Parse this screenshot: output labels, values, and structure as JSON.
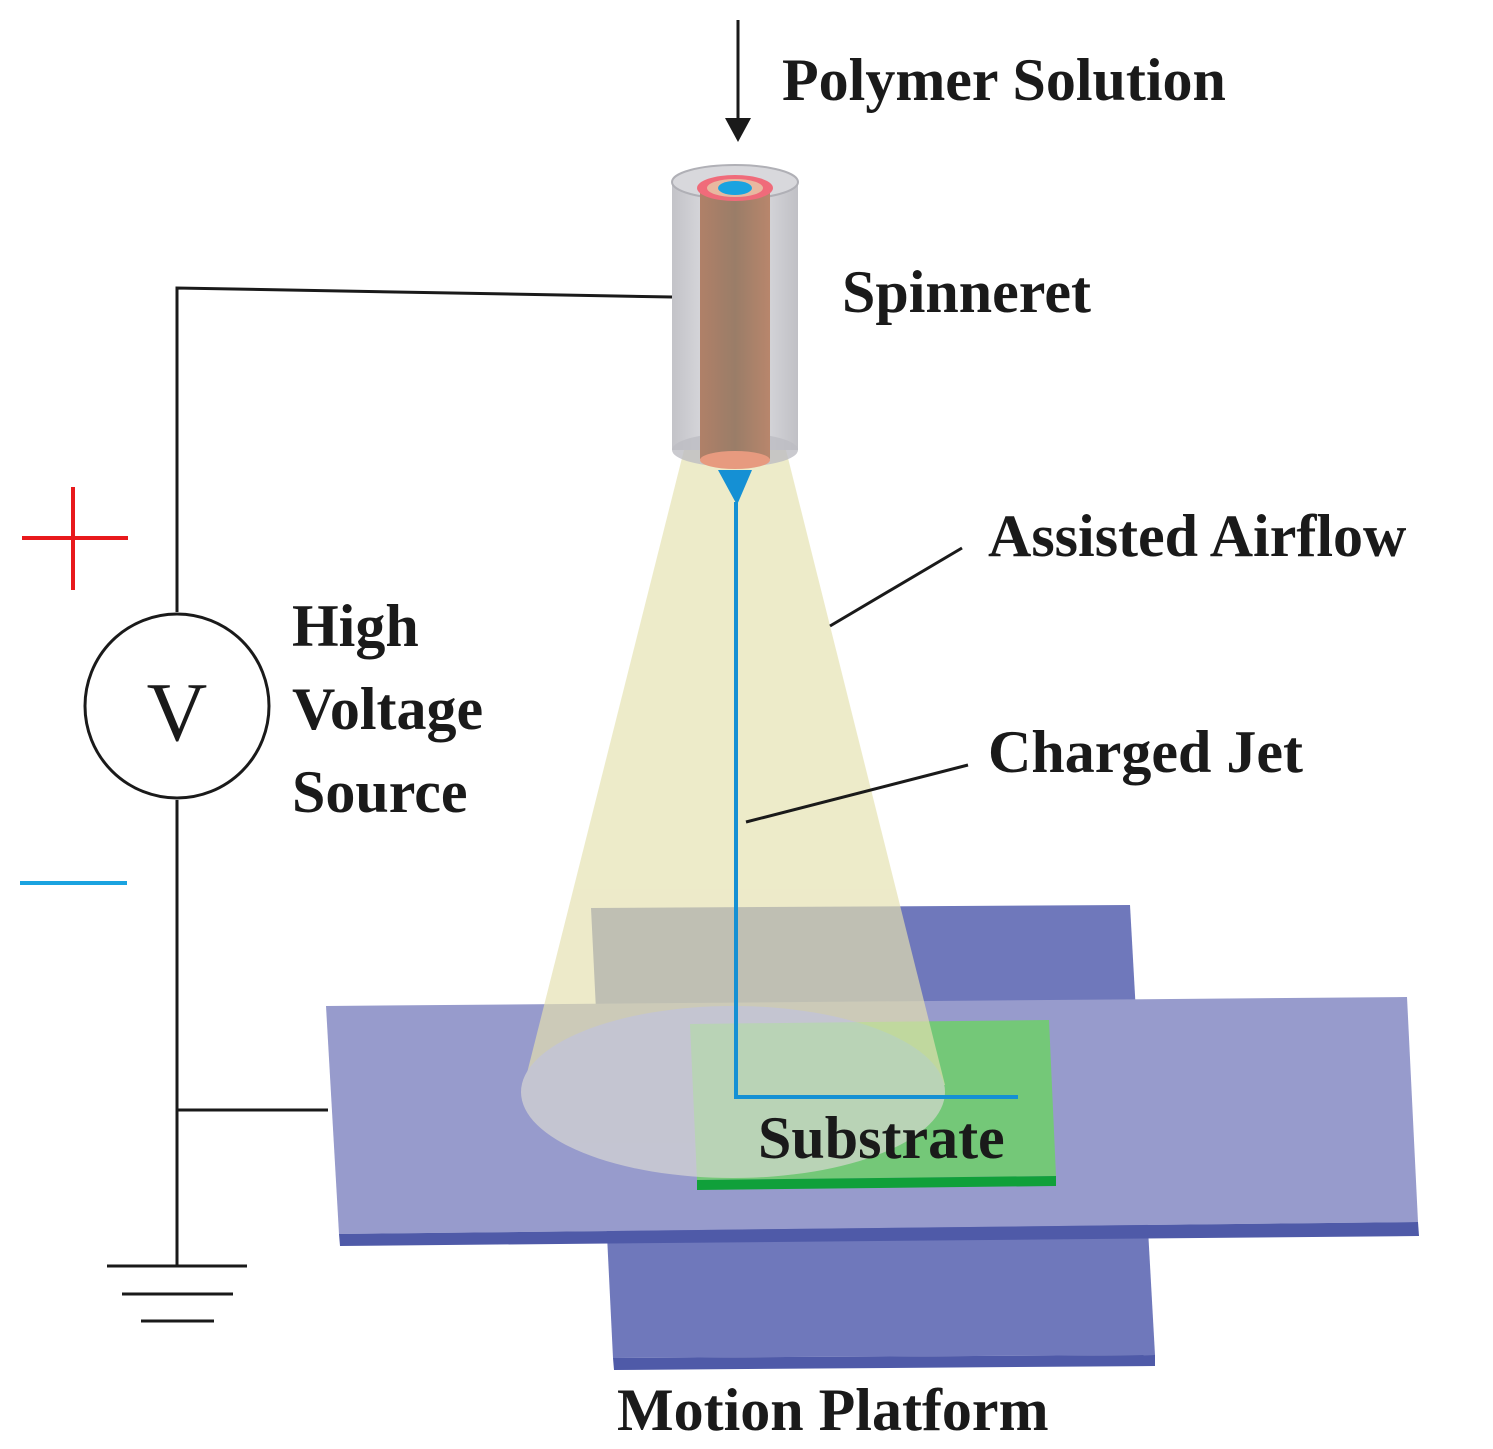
{
  "labels": {
    "polymer_solution": "Polymer Solution",
    "spinneret": "Spinneret",
    "assisted_airflow": "Assisted Airflow",
    "charged_jet": "Charged Jet",
    "high": "High",
    "voltage": "Voltage",
    "source": "Source",
    "voltmeter": "V",
    "substrate": "Substrate",
    "motion_platform": "Motion Platform"
  },
  "colors": {
    "plus_sign": "#e8191c",
    "minus_sign": "#1aa3e0",
    "wire": "#1a1a1a",
    "platform_back": "#6f78bb",
    "platform_front": "#979bcc",
    "platform_edge": "#4f5aa8",
    "substrate": "#74c878",
    "substrate_edge": "#10a03a",
    "airflow_cone": "#e7e3b8",
    "jet": "#1590d4",
    "spinneret_outer": "#c9c9cf",
    "spinneret_inner": "#9f7d6a"
  },
  "icons": [
    "plus-icon",
    "minus-icon",
    "ground-icon",
    "down-arrow-icon"
  ]
}
